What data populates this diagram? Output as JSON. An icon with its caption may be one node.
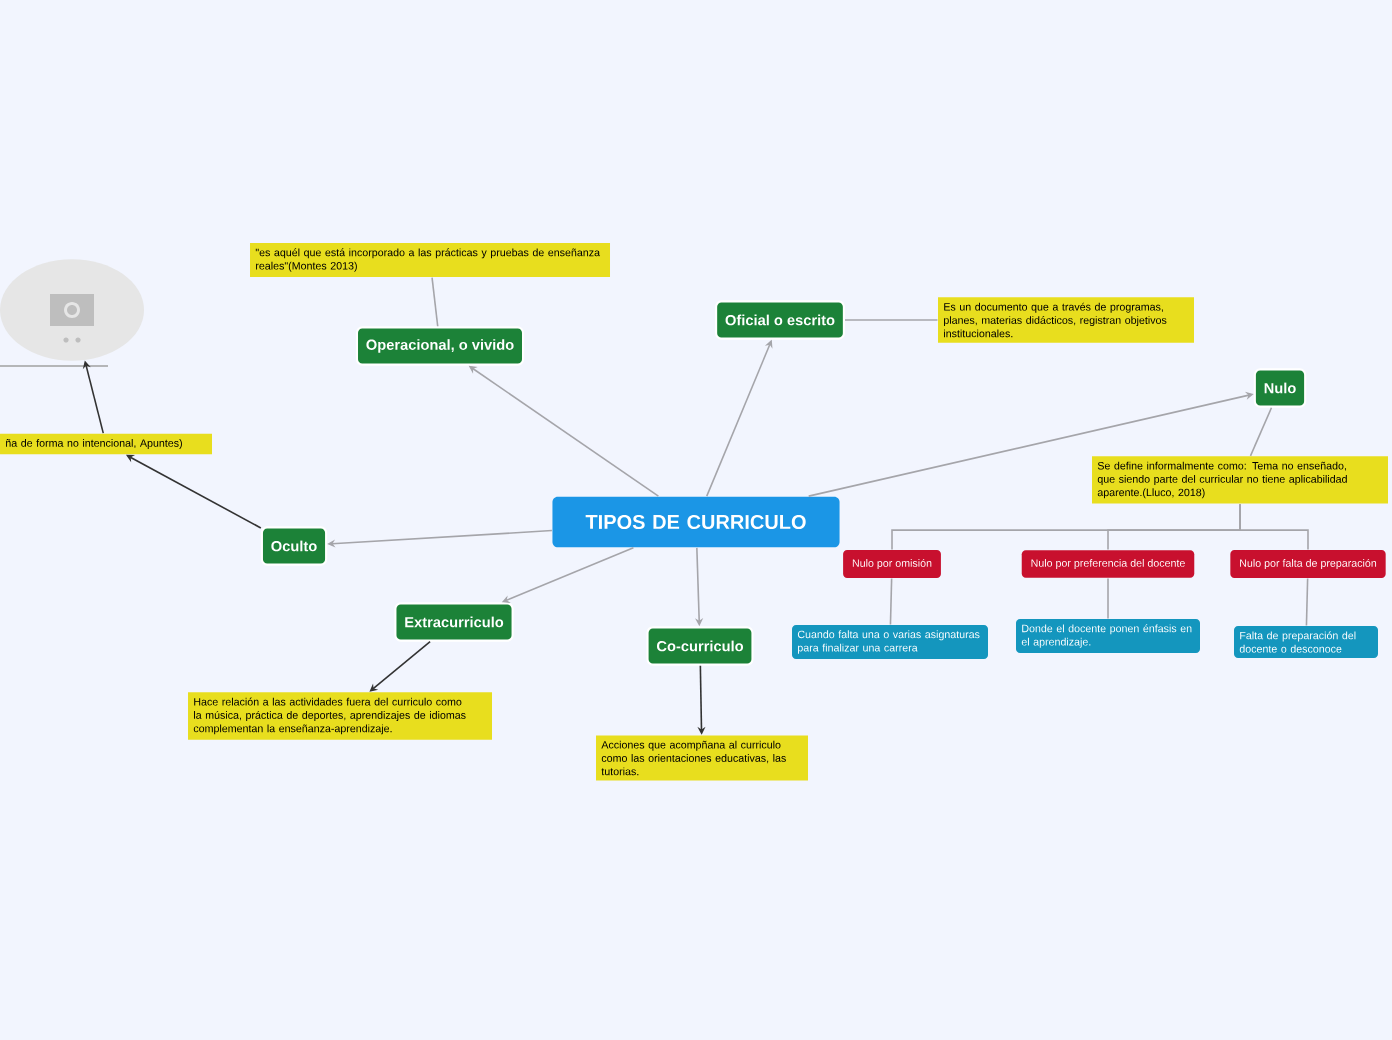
{
  "diagram": {
    "nodes": [
      {
        "text": [
          "TIPOS DE CURRICULO"
        ]
      },
      {
        "text": [
          "Operacional, o vivido"
        ]
      },
      {
        "text": [
          "\"es aquél  que está incorporado a las prácticas y pruebas de enseñanza reales\"(Montes 2013)"
        ]
      },
      {
        "text": [
          "Oficial o escrito"
        ]
      },
      {
        "text": [
          "Es un documento que a través de programas, planes, materias didácticos, registran objetivos institucionales."
        ]
      },
      {
        "text": [
          "Nulo"
        ]
      },
      {
        "text": [
          "Se define informalmente como: Tema no enseñado, que siendo parte del curricular no tiene aplicabilidad aparente.(Lluco, 2018)"
        ]
      },
      {
        "text": [
          "Nulo por omisión"
        ]
      },
      {
        "text": [
          "Nulo por preferencia del docente"
        ]
      },
      {
        "text": [
          "Nulo por falta de preparación"
        ]
      },
      {
        "text": [
          "Cuando falta una o varias asignaturas para finalizar una carrera"
        ]
      },
      {
        "text": [
          "Donde el docente ponen énfasis en el aprendizaje."
        ]
      },
      {
        "text": [
          "Falta de preparación del docente o desconoce"
        ]
      },
      {
        "text": [
          "Co-curriculo"
        ]
      },
      {
        "text": [
          "Acciones que acompñana al curriculo como las orientaciones educativas, las tutorias."
        ]
      },
      {
        "text": [
          "Extracurriculo"
        ]
      },
      {
        "text": [
          "Hace relación a las actividades fuera del curriculo como la música, práctica de deportes, aprendizajes de idiomas complementan la enseñanza-aprendizaje."
        ]
      },
      {
        "text": [
          "Oculto"
        ]
      },
      {
        "text": [
          "ña  de forma no intencional, Apuntes)"
        ]
      },
      {
        "text": [],
        "shape": "picture"
      }
    ],
    "edges": [
      {
        "from": 0,
        "to": 1,
        "arrow": "to"
      },
      {
        "from": 1,
        "to": 2,
        "arrow": "none"
      },
      {
        "from": 0,
        "to": 3,
        "arrow": "to"
      },
      {
        "from": 3,
        "to": 4,
        "arrow": "none"
      },
      {
        "from": 0,
        "to": 5,
        "arrow": "to"
      },
      {
        "from": 5,
        "to": 6,
        "arrow": "none"
      },
      {
        "from": 6,
        "to": 7,
        "arrow": "none"
      },
      {
        "from": 6,
        "to": 8,
        "arrow": "none"
      },
      {
        "from": 6,
        "to": 9,
        "arrow": "none"
      },
      {
        "from": 7,
        "to": 10,
        "arrow": "none"
      },
      {
        "from": 8,
        "to": 11,
        "arrow": "none"
      },
      {
        "from": 9,
        "to": 12,
        "arrow": "none"
      },
      {
        "from": 0,
        "to": 13,
        "arrow": "to"
      },
      {
        "from": 13,
        "to": 14,
        "arrow": "to",
        "color": "#333333"
      },
      {
        "from": 0,
        "to": 15,
        "arrow": "to"
      },
      {
        "from": 15,
        "to": 16,
        "arrow": "to",
        "color": "#333333"
      },
      {
        "from": 0,
        "to": 17,
        "arrow": "to"
      },
      {
        "from": 17,
        "to": 18,
        "arrow": "to",
        "color": "#333333"
      },
      {
        "from": 18,
        "to": 19,
        "arrow": "to",
        "color": "#333333"
      }
    ]
  }
}
